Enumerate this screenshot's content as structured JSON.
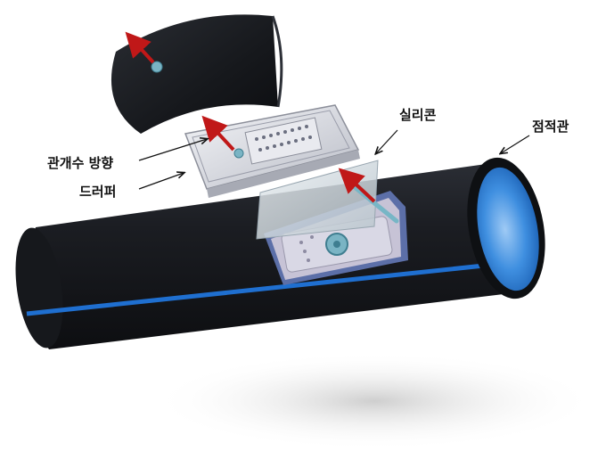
{
  "labels": {
    "silicone": "실리콘",
    "drip_pipe": "점적관",
    "irrigation_direction": "관개수 방향",
    "dripper": "드러퍼"
  },
  "colors": {
    "pipe_body": "#1b1d22",
    "pipe_stripe": "#1f6fd0",
    "pipe_inner": "#2c7fd6",
    "flow_arrow": "#c01818",
    "dripper_body": "#dcdde3",
    "silicone": "#cfd6dc"
  },
  "icons": {
    "flow_arrow": "red-arrow",
    "outlet_nozzle": "teal-nozzle"
  }
}
